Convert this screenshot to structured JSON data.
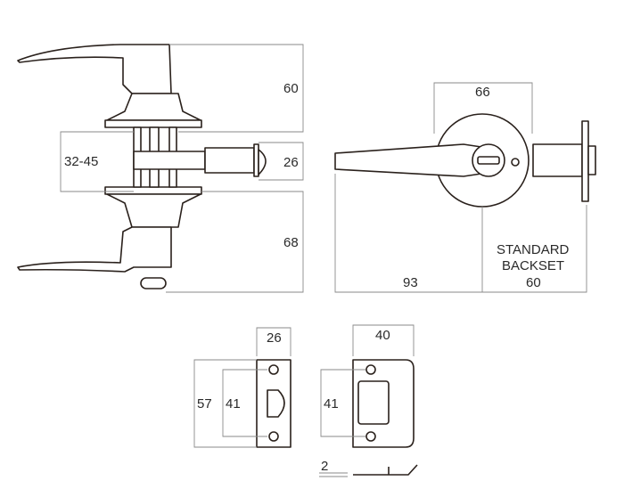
{
  "side_view": {
    "handle_height": "60",
    "door_thickness": "32-45",
    "latch_height": "26",
    "lower_height": "68"
  },
  "front_view": {
    "rose_diameter": "66",
    "lever_length": "93",
    "backset_label_line1": "STANDARD",
    "backset_label_line2": "BACKSET",
    "backset_value": "60"
  },
  "latch_faceplate": {
    "width": "26",
    "height": "57",
    "hole_spacing": "41"
  },
  "strike_plate": {
    "width": "40",
    "hole_spacing": "41",
    "thickness": "2"
  }
}
